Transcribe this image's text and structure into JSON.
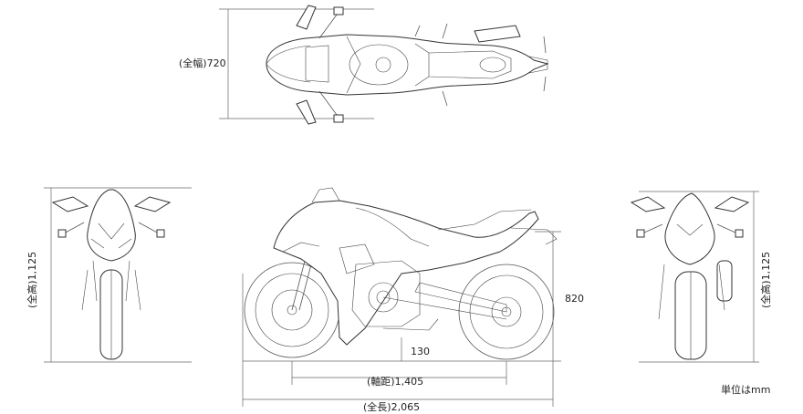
{
  "dimensions": {
    "width_label": "(全幅)720",
    "height_front_label": "(全高)1,125",
    "height_rear_label": "(全高)1,125",
    "seat_height_label": "820",
    "ground_clearance_label": "130",
    "wheelbase_label": "(軸距)1,405",
    "length_label": "(全長)2,065"
  },
  "unit_note": "単位はmm",
  "colors": {
    "line": "#333333",
    "dim_line": "#666666",
    "background": "#ffffff"
  }
}
